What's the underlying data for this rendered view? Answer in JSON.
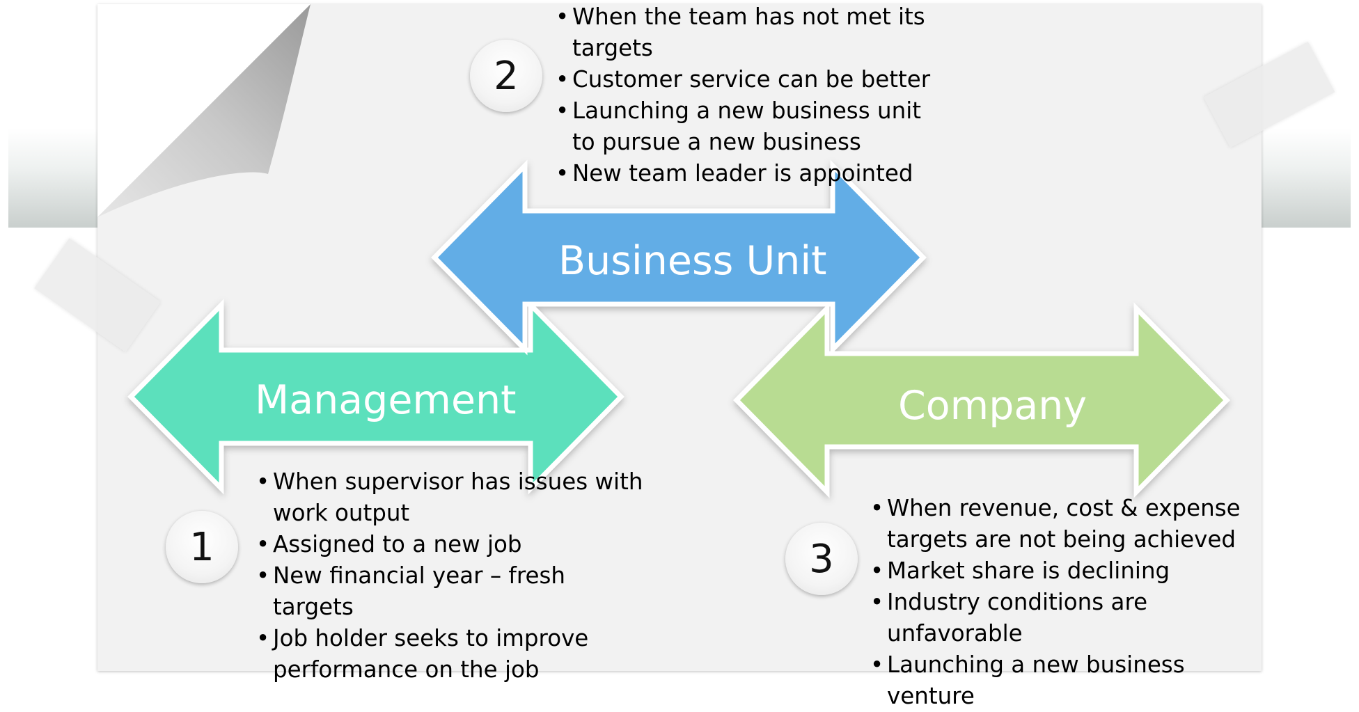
{
  "diagram": {
    "arrows": [
      {
        "id": "management",
        "label": "Management",
        "color": "#5be0bc"
      },
      {
        "id": "business_unit",
        "label": "Business Unit",
        "color": "#62ade6"
      },
      {
        "id": "company",
        "label": "Company",
        "color": "#b8dc92"
      }
    ],
    "groups": [
      {
        "number": "1",
        "items": [
          "When supervisor has issues with work output",
          "Assigned to a new job",
          "New financial year – fresh targets",
          "Job holder seeks to improve performance on the job"
        ]
      },
      {
        "number": "2",
        "items": [
          "When the team has not met its targets",
          "Customer service can be better",
          "Launching a new business unit to pursue a  new business",
          "New team leader is appointed"
        ]
      },
      {
        "number": "3",
        "items": [
          "When revenue, cost & expense targets are not being  achieved",
          "Market share is declining",
          "Industry conditions are unfavorable",
          "Launching a new business venture"
        ]
      }
    ]
  }
}
